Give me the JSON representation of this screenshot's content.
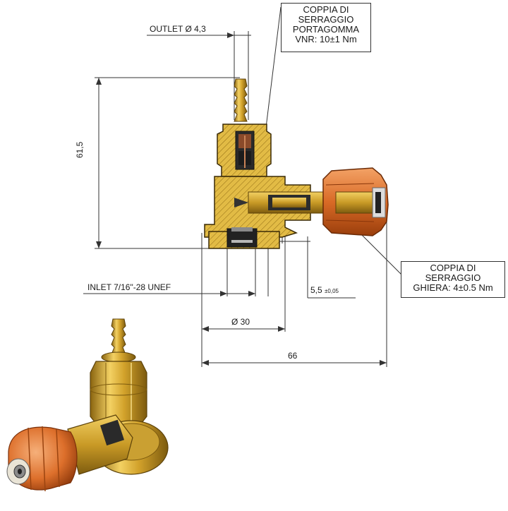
{
  "callouts": {
    "top": {
      "lines": [
        "COPPIA DI",
        "SERRAGGIO",
        "PORTAGOMMA",
        "VNR: 10±1 Nm"
      ]
    },
    "right": {
      "lines": [
        "COPPIA DI",
        "SERRAGGIO",
        "GHIERA: 4±0.5 Nm"
      ]
    }
  },
  "dimensions": {
    "outlet": "OUTLET  Ø 4,3",
    "height": "61,5",
    "inlet": "INLET 7/16\"-28 UNEF",
    "offset_main": "5,5",
    "offset_tol": "±0,05",
    "diameter": "Ø 30",
    "width": "66"
  },
  "colors": {
    "brass": "#d8ae33",
    "brass_dark": "#a9801b",
    "knob": "#e07a36",
    "knob_dark": "#b24f17",
    "line": "#333333"
  }
}
